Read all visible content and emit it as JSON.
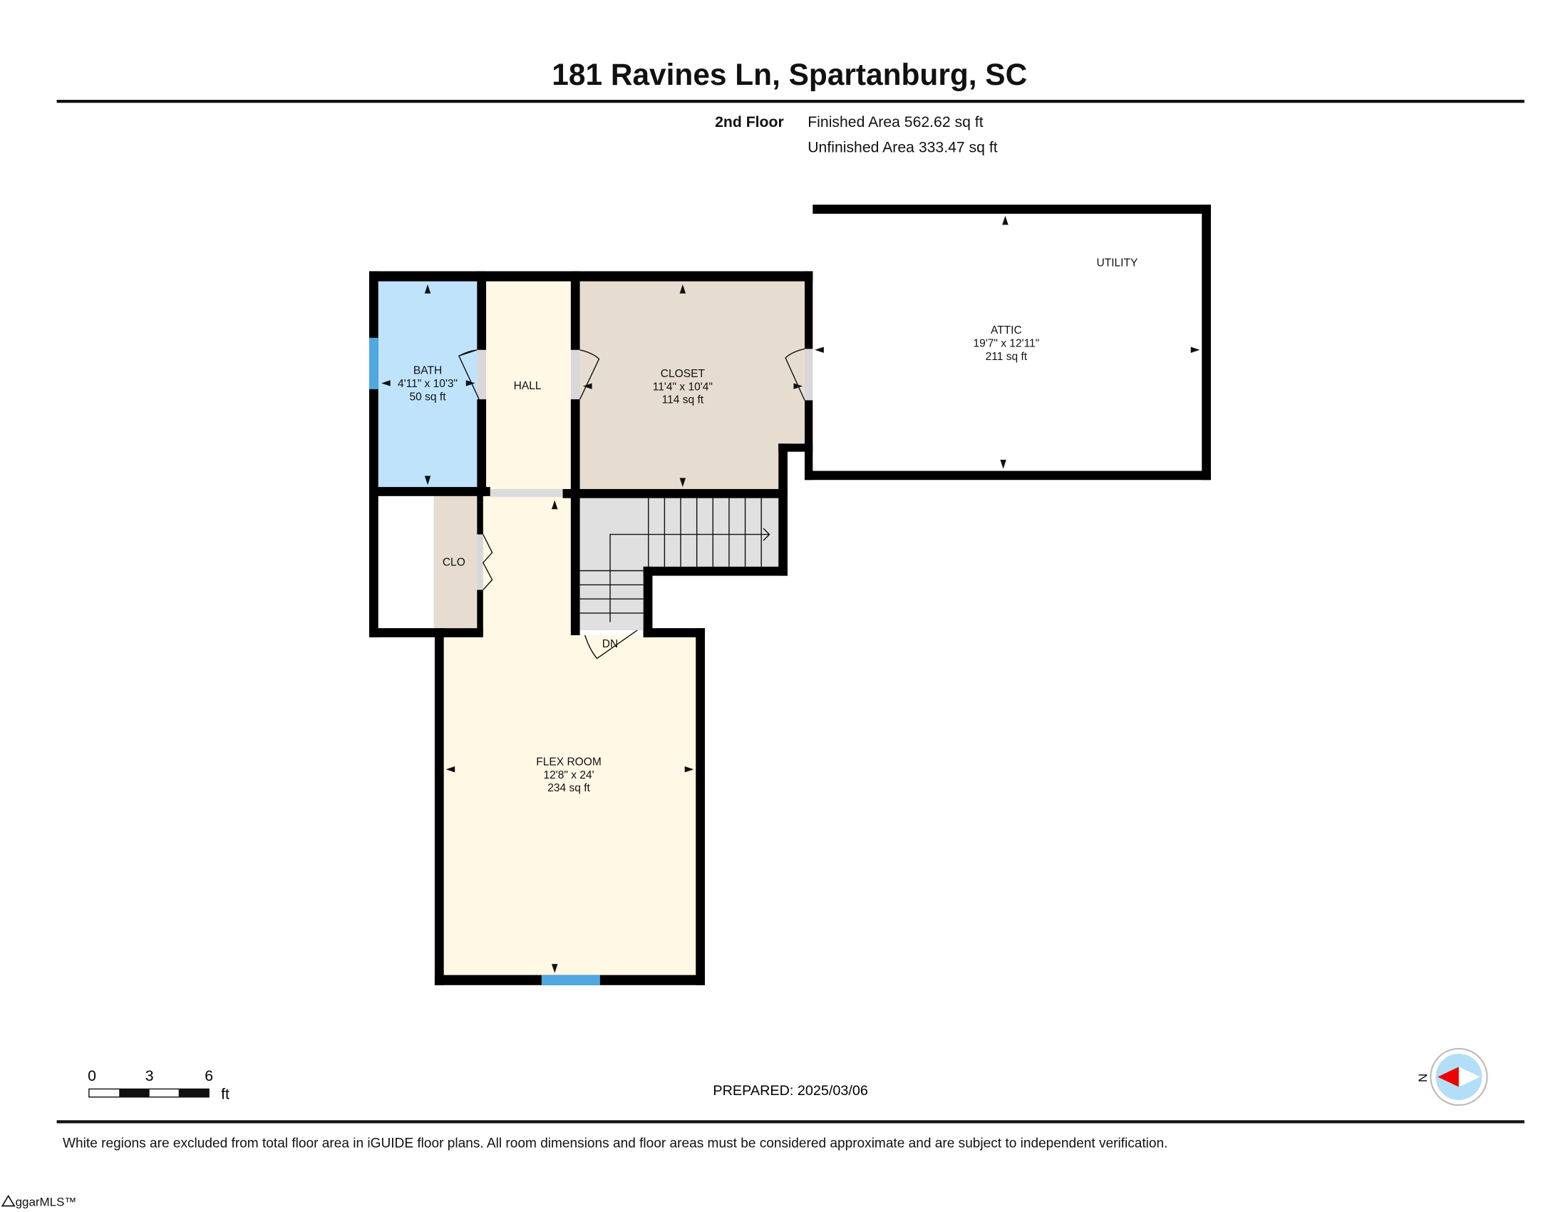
{
  "title": "181 Ravines Ln, Spartanburg, SC",
  "floor": {
    "name": "2nd Floor",
    "finished_area": "Finished Area 562.62 sq ft",
    "unfinished_area": "Unfinished Area 333.47 sq ft"
  },
  "rooms": {
    "bath": {
      "name": "BATH",
      "dims": "4'11\" x 10'3\"",
      "area": "50 sq ft"
    },
    "hall": {
      "name": "HALL"
    },
    "closet": {
      "name": "CLOSET",
      "dims": "11'4\" x 10'4\"",
      "area": "114 sq ft"
    },
    "attic": {
      "name": "ATTIC",
      "dims": "19'7\" x 12'11\"",
      "area": "211 sq ft"
    },
    "utility": {
      "name": "UTILITY"
    },
    "clo": {
      "name": "CLO"
    },
    "stairs": {
      "label": "DN"
    },
    "flex": {
      "name": "FLEX ROOM",
      "dims": "12'8\" x 24'",
      "area": "234 sq ft"
    }
  },
  "scale": {
    "ticks": [
      "0",
      "3",
      "6"
    ],
    "unit": "ft"
  },
  "prepared": "PREPARED: 2025/03/06",
  "compass": {
    "label": "N",
    "icon": "compass-icon"
  },
  "disclaimer": "White regions are excluded from total floor area in iGUIDE floor plans. All room dimensions and floor areas must be considered approximate and are subject to independent verification.",
  "watermark": "ggarMLS™",
  "colors": {
    "bath": "#bfe3fb",
    "hall": "#fff8e5",
    "closet": "#e6ddd0",
    "stairs": "#e0e0e0",
    "window": "#4fa8e0"
  }
}
